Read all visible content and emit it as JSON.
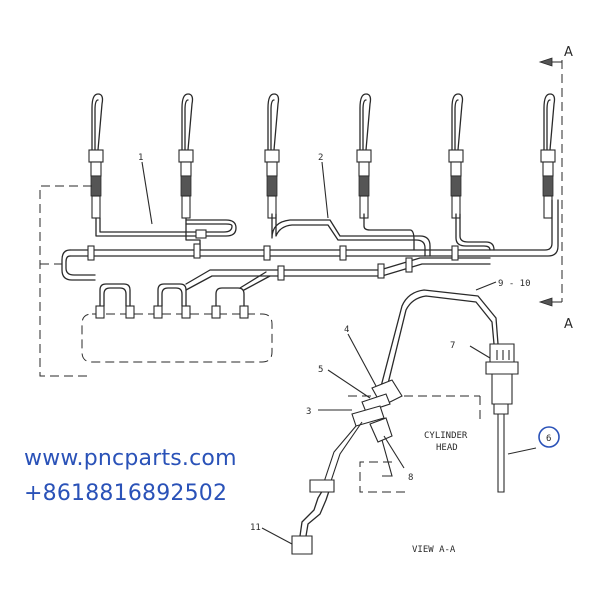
{
  "diagram": {
    "labels": {
      "l1": "1",
      "l2": "2",
      "l3": "3",
      "l4": "4",
      "l5": "5",
      "l6": "6",
      "l7": "7",
      "l8": "8",
      "l9_10": "9 - 10",
      "l11": "11"
    },
    "section_mark": "A",
    "region_text": [
      "CYLINDER",
      "HEAD"
    ],
    "view_label": "VIEW A-A"
  },
  "overlay": {
    "website": "www.pncparts.com",
    "phone": "+8618816892502"
  },
  "colors": {
    "line": "#2a2a2a",
    "overlay_text": "#2a52b8",
    "highlight_circle": "#2a52b8",
    "background": "#ffffff"
  }
}
